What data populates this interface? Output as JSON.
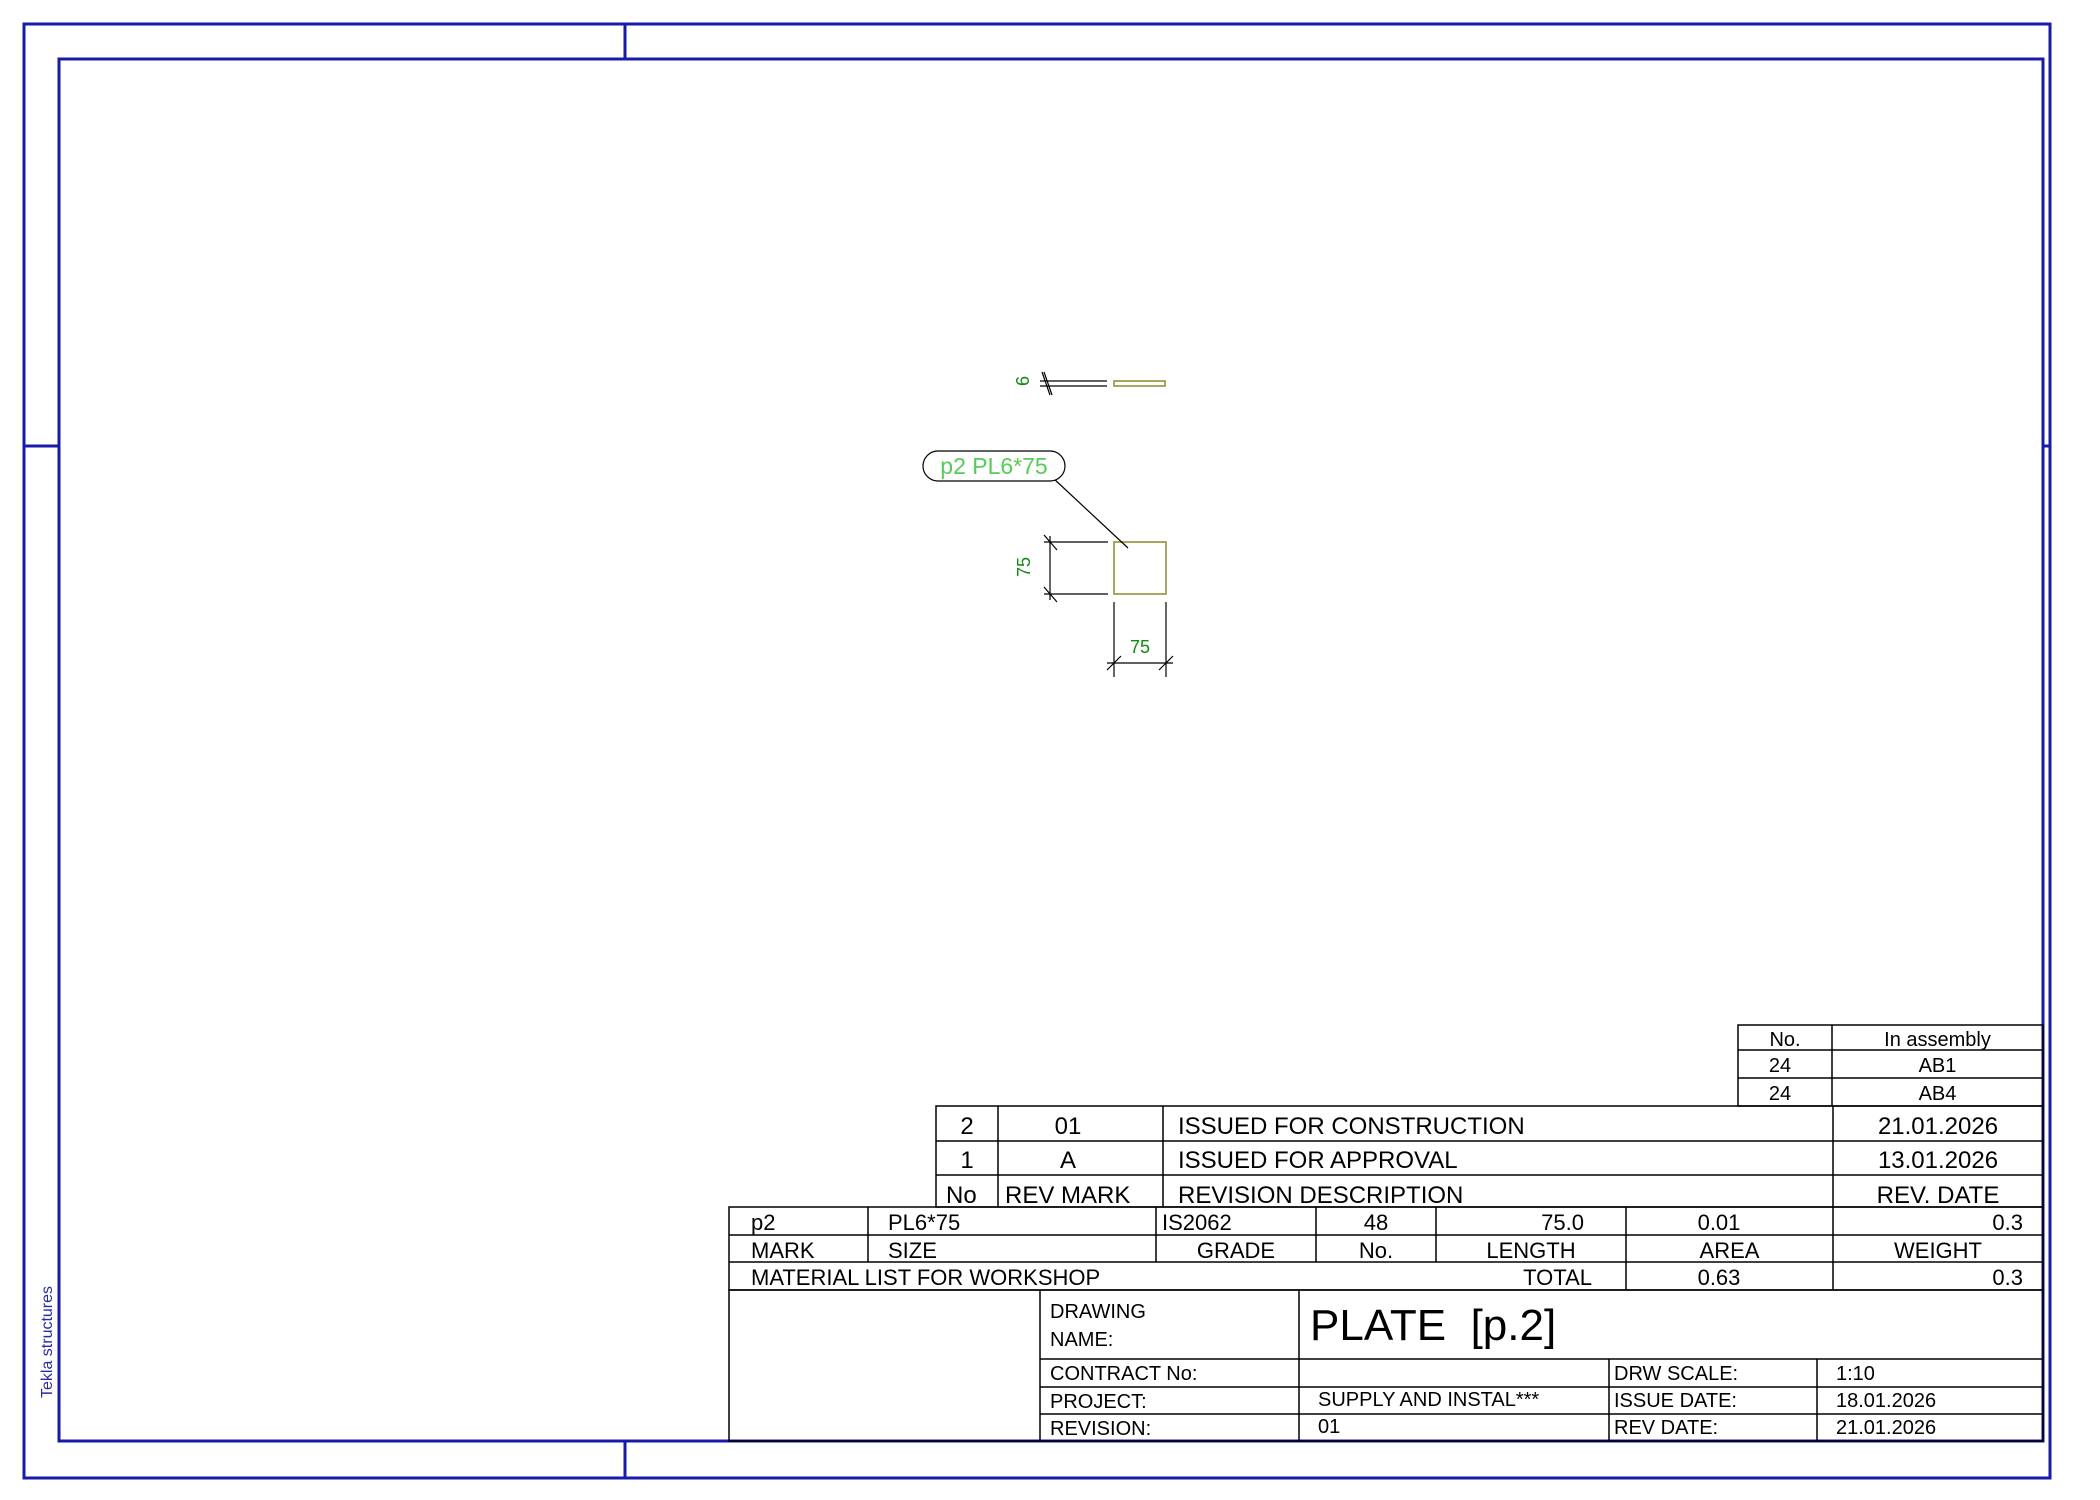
{
  "sheet": {
    "side_label": "Tekla structures",
    "border_color": "#1a1aa8"
  },
  "drawing": {
    "thickness_dim": "6",
    "part_label": "p2 PL6*75",
    "height_dim": "75",
    "width_dim": "75",
    "dim_color": "#118811",
    "label_color": "#55cc55",
    "part_outline_color": "#8a8a2a"
  },
  "assembly_table": {
    "headers": [
      "No.",
      "In assembly"
    ],
    "rows": [
      [
        "24",
        "AB1"
      ],
      [
        "24",
        "AB4"
      ]
    ]
  },
  "revision_table": {
    "rows": [
      [
        "2",
        "01",
        "ISSUED FOR CONSTRUCTION",
        "21.01.2026"
      ],
      [
        "1",
        "A",
        "ISSUED FOR APPROVAL",
        "13.01.2026"
      ]
    ],
    "headers": [
      "No",
      "REV MARK",
      "REVISION DESCRIPTION",
      "REV. DATE"
    ]
  },
  "material_list": {
    "row": {
      "mark": "p2",
      "size": "PL6*75",
      "grade": "IS2062",
      "no": "48",
      "length": "75.0",
      "area": "0.01",
      "weight": "0.3"
    },
    "headers": {
      "mark": "MARK",
      "size": "SIZE",
      "grade": "GRADE",
      "no": "No.",
      "length": "LENGTH",
      "area": "AREA",
      "weight": "WEIGHT"
    },
    "footer": {
      "title": "MATERIAL LIST FOR WORKSHOP",
      "total_label": "TOTAL",
      "total_area": "0.63",
      "total_weight": "0.3"
    }
  },
  "title_block": {
    "drawing_name_label_1": "DRAWING",
    "drawing_name_label_2": "NAME:",
    "drawing_name": "PLATE  [p.2]",
    "contract_label": "CONTRACT No:",
    "contract_value": "",
    "project_label": "PROJECT:",
    "project_value": "SUPPLY AND INSTAL***",
    "revision_label": "REVISION:",
    "revision_value": "01",
    "scale_label": "DRW SCALE:",
    "scale_value": "1:10",
    "issue_date_label": "ISSUE DATE:",
    "issue_date_value": "18.01.2026",
    "rev_date_label": "REV DATE:",
    "rev_date_value": "21.01.2026"
  }
}
